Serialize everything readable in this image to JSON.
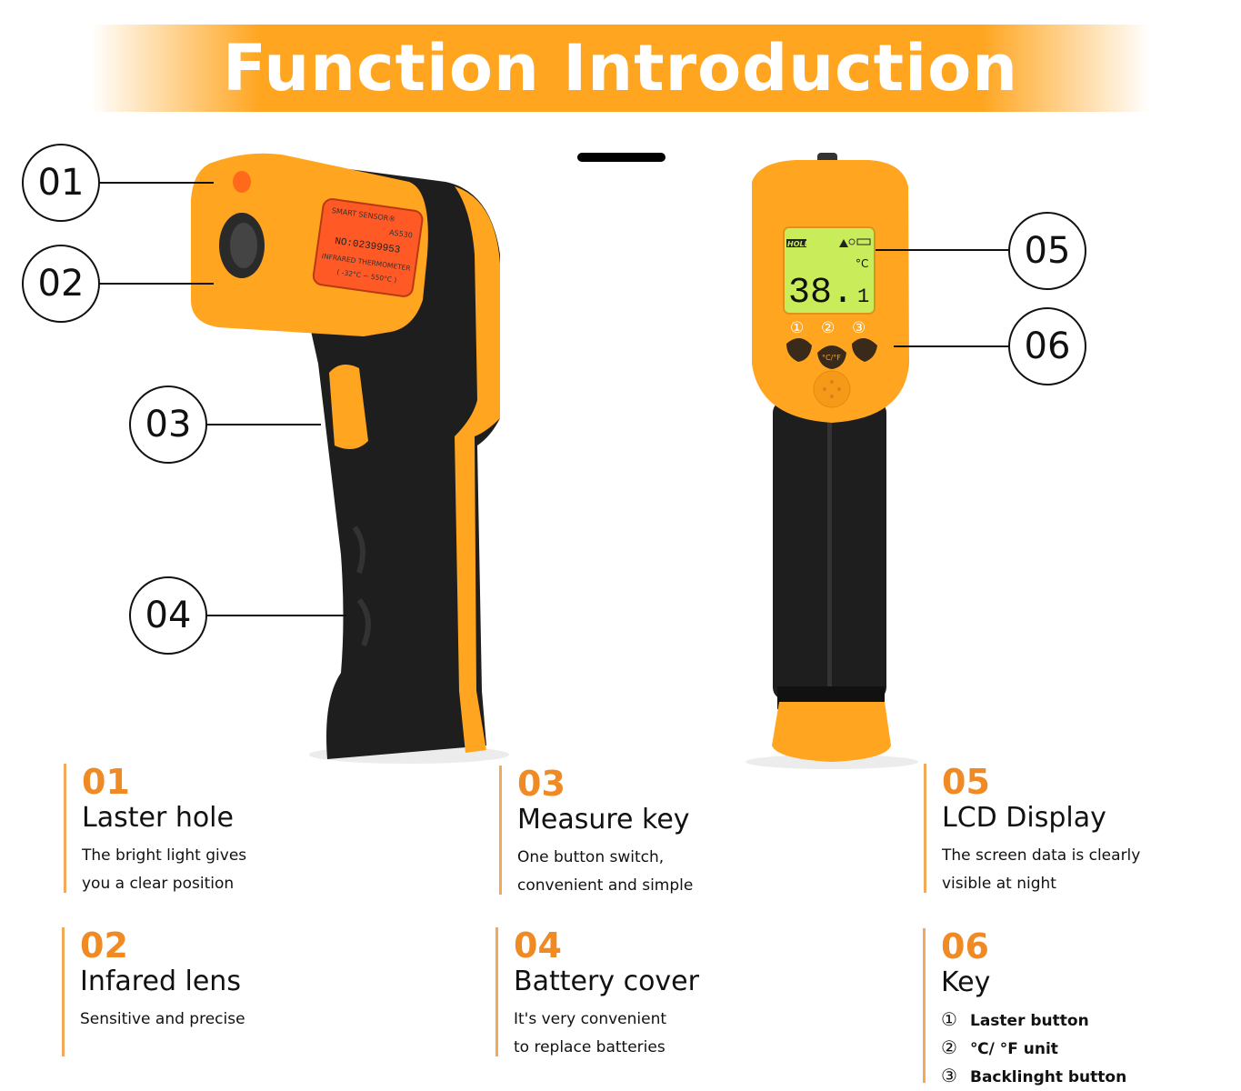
{
  "title": "Function Introduction",
  "colors": {
    "accent": "#f08a24",
    "banner": "#ffa51f",
    "device_orange": "#ffa51f",
    "device_black": "#1e1e1e",
    "lcd": "#c9ec5a"
  },
  "callouts": [
    "01",
    "02",
    "03",
    "04",
    "05",
    "06"
  ],
  "device_side": {
    "brand": "SMART SENSOR®",
    "model": "AS530",
    "serial": "NO:02399953",
    "product": "INFRARED THERMOMETER",
    "range": "( -32°C ~ 550°C )"
  },
  "device_front": {
    "hold": "HOLD",
    "reading": "38.",
    "reading_decimal": "1",
    "unit": "°C",
    "button_numbers": [
      "①",
      "②",
      "③"
    ],
    "button2_label": "°C/°F",
    "icons": [
      "laser-warning-icon",
      "celsius-fahrenheit-icon",
      "bulb-icon",
      "battery-icon"
    ]
  },
  "features": [
    {
      "num": "01",
      "title": "Laster hole",
      "desc": [
        "The bright light gives",
        "you a clear position"
      ]
    },
    {
      "num": "02",
      "title": "Infared lens",
      "desc": [
        "Sensitive and precise"
      ]
    },
    {
      "num": "03",
      "title": "Measure key",
      "desc": [
        "One button switch,",
        "convenient and simple"
      ]
    },
    {
      "num": "04",
      "title": "Battery cover",
      "desc": [
        "It's very convenient",
        "to replace batteries"
      ]
    },
    {
      "num": "05",
      "title": "LCD Display",
      "desc": [
        "The screen data is clearly",
        "visible at night"
      ]
    },
    {
      "num": "06",
      "title": "Key",
      "keys": [
        {
          "n": "①",
          "label": "Laster button"
        },
        {
          "n": "②",
          "label": "℃/ °F unit"
        },
        {
          "n": "③",
          "label": "Backlinght button"
        }
      ]
    }
  ]
}
